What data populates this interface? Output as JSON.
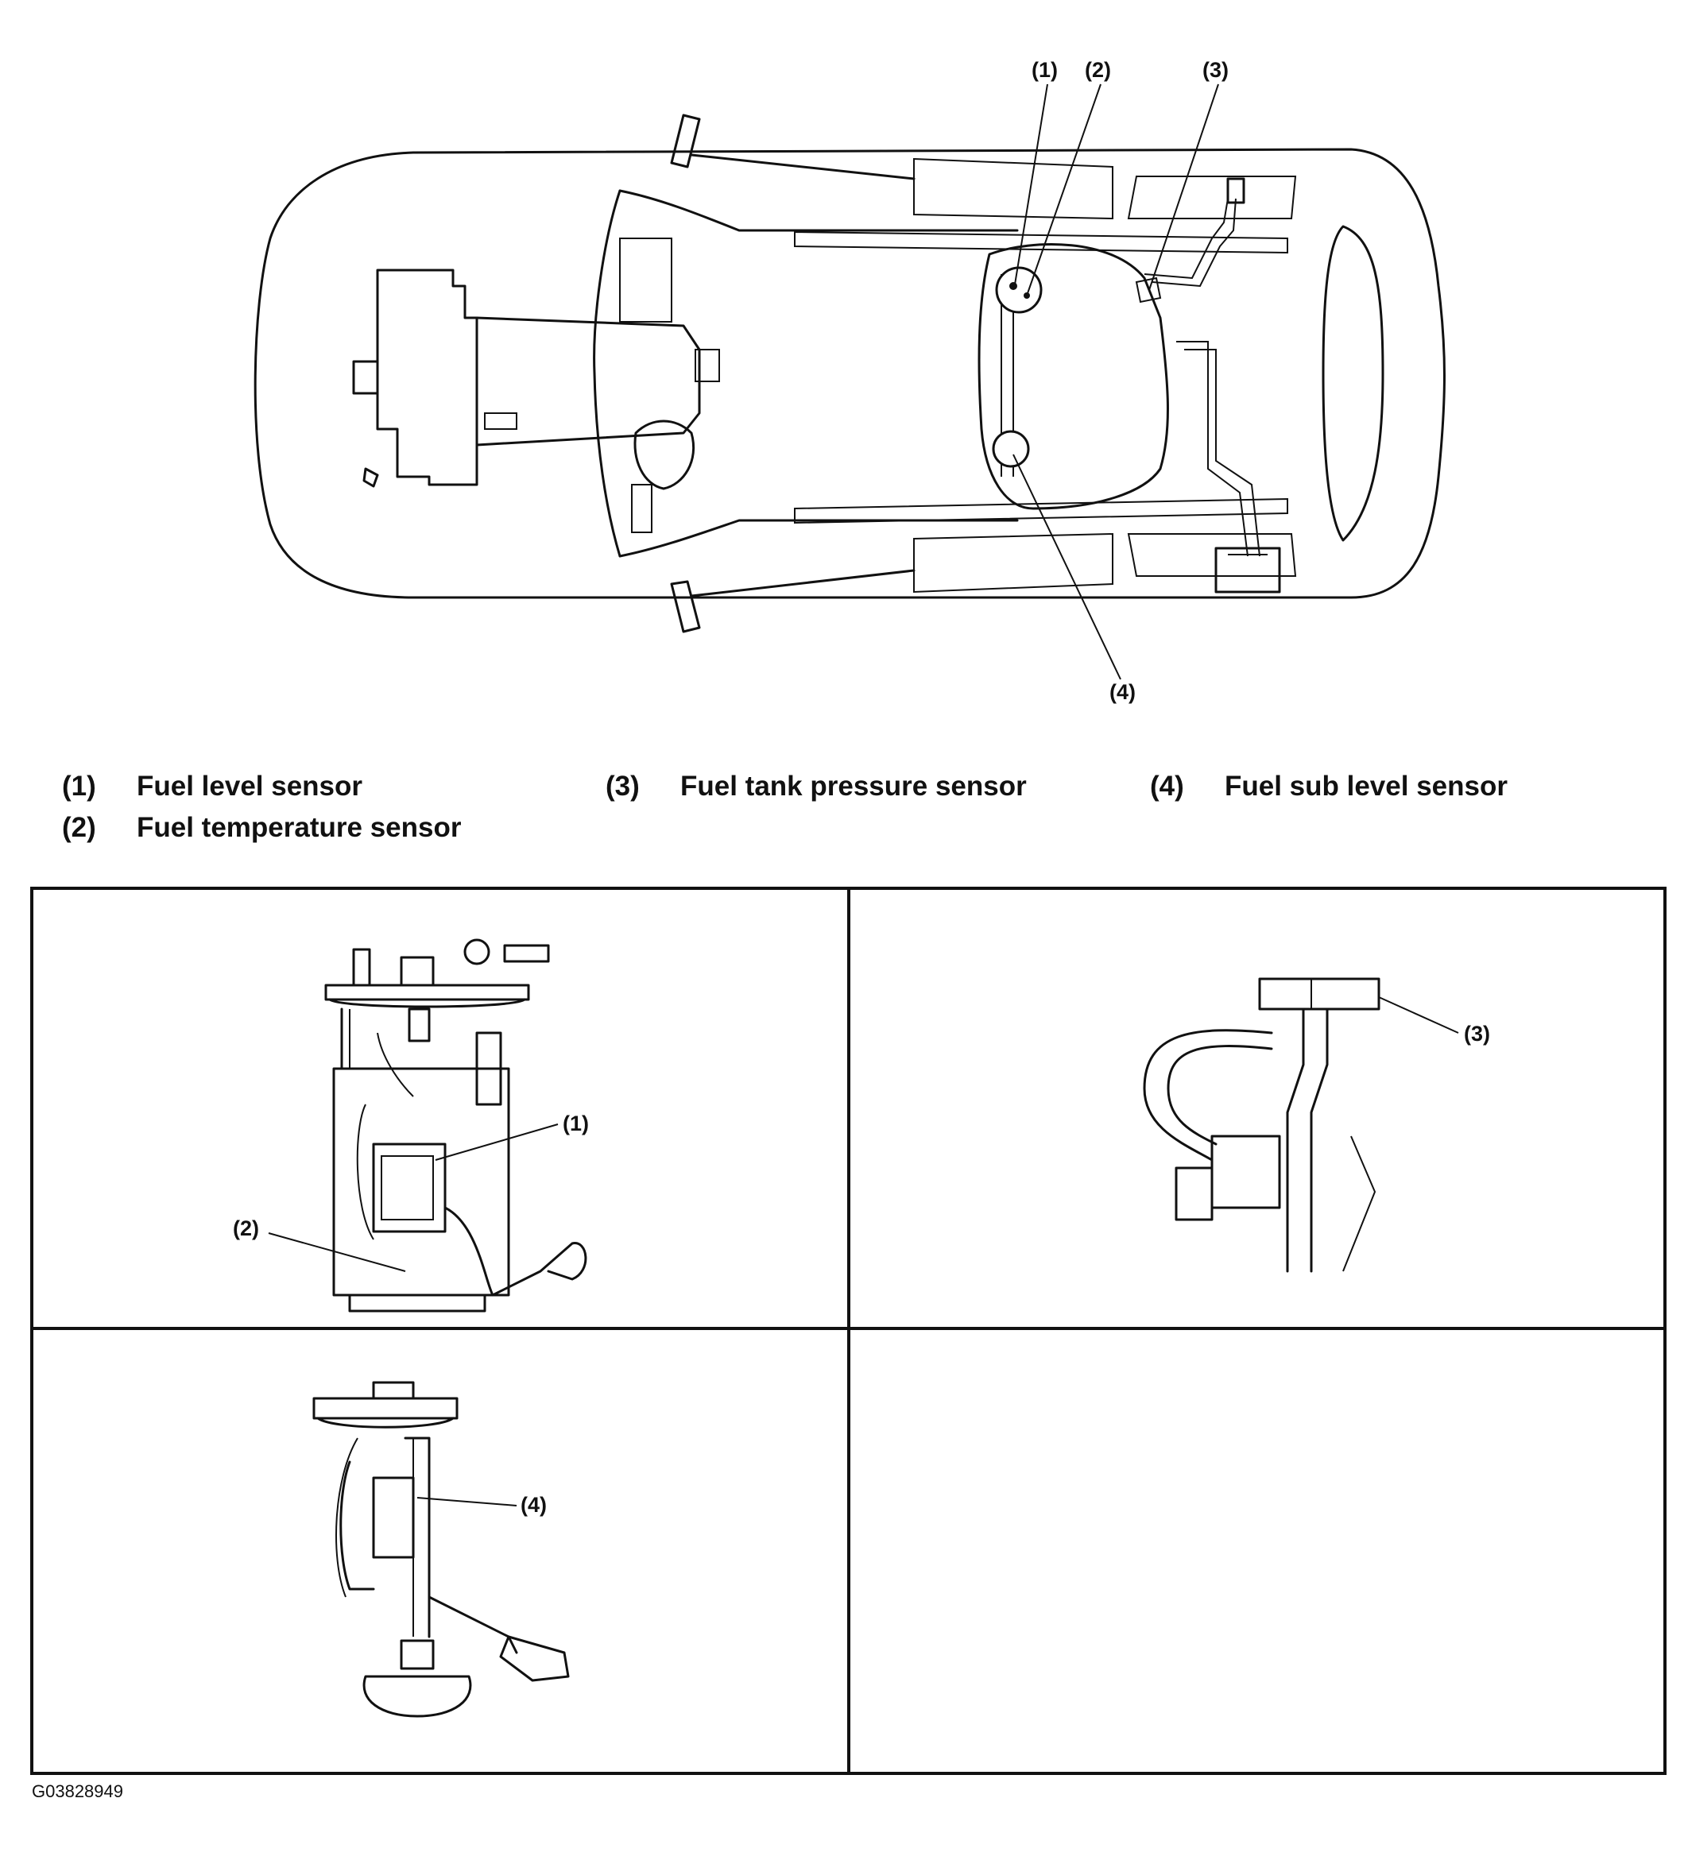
{
  "callouts": {
    "c1": "(1)",
    "c2": "(2)",
    "c3": "(3)",
    "c4": "(4)"
  },
  "legend": [
    {
      "num": "(1)",
      "label": "Fuel level sensor"
    },
    {
      "num": "(2)",
      "label": "Fuel temperature sensor"
    },
    {
      "num": "(3)",
      "label": "Fuel tank pressure sensor"
    },
    {
      "num": "(4)",
      "label": "Fuel sub level sensor"
    }
  ],
  "figure_id": "G03828949",
  "colors": {
    "line": "#111111",
    "background": "#ffffff"
  }
}
